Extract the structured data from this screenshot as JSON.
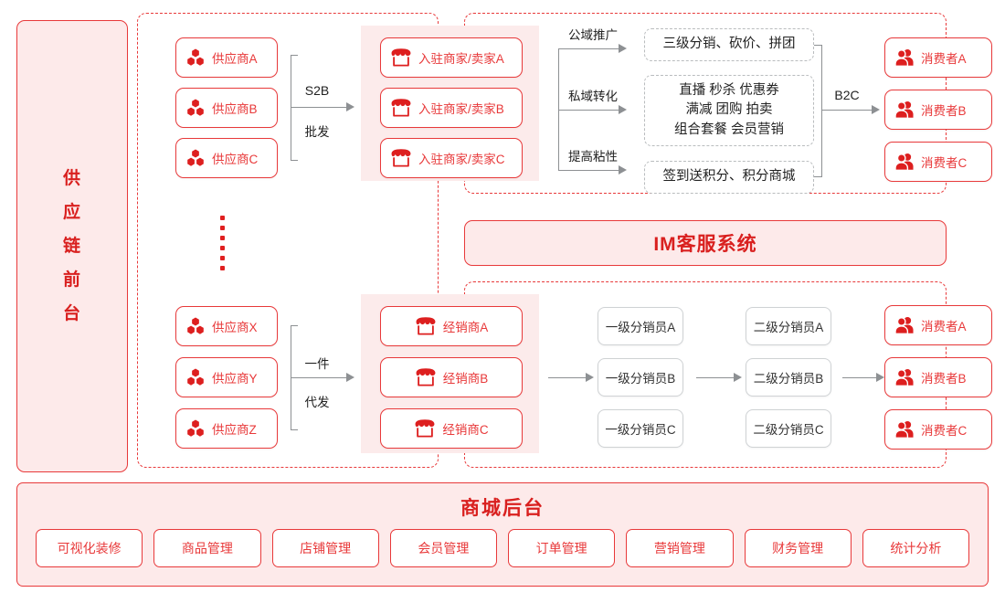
{
  "left_panel": {
    "label_chars": [
      "供",
      "应",
      "链",
      "前",
      "台"
    ],
    "label_full": "供应链前台"
  },
  "top_flow": {
    "suppliers": [
      {
        "label": "供应商A",
        "icon": "hexagons-icon"
      },
      {
        "label": "供应商B",
        "icon": "hexagons-icon"
      },
      {
        "label": "供应商C",
        "icon": "hexagons-icon"
      }
    ],
    "connector_upper": "S2B",
    "connector_lower": "批发",
    "merchants": [
      {
        "label": "入驻商家/卖家A",
        "icon": "shop-icon"
      },
      {
        "label": "入驻商家/卖家B",
        "icon": "shop-icon"
      },
      {
        "label": "入驻商家/卖家C",
        "icon": "shop-icon"
      }
    ],
    "channel_labels": [
      "公域推广",
      "私域转化",
      "提高粘性"
    ],
    "channel_boxes": [
      {
        "lines": [
          "三级分销、砍价、拼团"
        ]
      },
      {
        "lines": [
          "直播 秒杀 优惠券",
          "满减 团购 拍卖",
          "组合套餐 会员营销"
        ]
      },
      {
        "lines": [
          "签到送积分、积分商城"
        ]
      }
    ],
    "b2c_label": "B2C",
    "consumers": [
      {
        "label": "消费者A",
        "icon": "users-icon"
      },
      {
        "label": "消费者B",
        "icon": "users-icon"
      },
      {
        "label": "消费者C",
        "icon": "users-icon"
      }
    ]
  },
  "im_bar": {
    "label": "IM客服系统"
  },
  "bottom_flow": {
    "suppliers": [
      {
        "label": "供应商X",
        "icon": "hexagons-icon"
      },
      {
        "label": "供应商Y",
        "icon": "hexagons-icon"
      },
      {
        "label": "供应商Z",
        "icon": "hexagons-icon"
      }
    ],
    "connector_upper": "一件",
    "connector_lower": "代发",
    "dealers": [
      {
        "label": "经销商A",
        "icon": "shop-icon"
      },
      {
        "label": "经销商B",
        "icon": "shop-icon"
      },
      {
        "label": "经销商C",
        "icon": "shop-icon"
      }
    ],
    "level1": [
      "一级分销员A",
      "一级分销员B",
      "一级分销员C"
    ],
    "level2": [
      "二级分销员A",
      "二级分销员B",
      "二级分销员C"
    ],
    "consumers": [
      {
        "label": "消费者A",
        "icon": "users-icon"
      },
      {
        "label": "消费者B",
        "icon": "users-icon"
      },
      {
        "label": "消费者C",
        "icon": "users-icon"
      }
    ]
  },
  "backend": {
    "title": "商城后台",
    "buttons": [
      "可视化装修",
      "商品管理",
      "店铺管理",
      "会员管理",
      "订单管理",
      "营销管理",
      "财务管理",
      "统计分析"
    ]
  },
  "colors": {
    "brand_red": "#e8393a",
    "deep_red": "#d9201f",
    "pink_fill": "#fdeaea",
    "band_fill": "#fcebeb",
    "grey_line": "#8d9093",
    "grey_border": "#cfd2d4"
  }
}
